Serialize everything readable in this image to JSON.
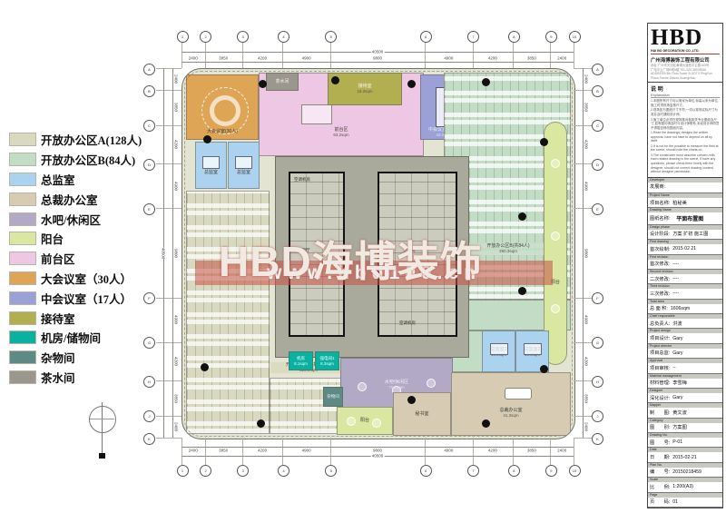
{
  "legend": {
    "items": [
      {
        "label": "开放办公区A(128人)",
        "color": "#d9d9bf"
      },
      {
        "label": "开放办公区B(84人)",
        "color": "#c3dcc6"
      },
      {
        "label": "总监室",
        "color": "#abd2ee"
      },
      {
        "label": "总裁办公室",
        "color": "#d7ccb3"
      },
      {
        "label": "水吧/休闲区",
        "color": "#b1a9c6"
      },
      {
        "label": "阳台",
        "color": "#d9e7a0"
      },
      {
        "label": "前台区",
        "color": "#edc7e4"
      },
      {
        "label": "大会议室（30人）",
        "color": "#dfa557"
      },
      {
        "label": "中会议室（17人）",
        "color": "#9ba0d7"
      },
      {
        "label": "接待室",
        "color": "#b2af51"
      },
      {
        "label": "机房/储物间",
        "color": "#09b1a1"
      },
      {
        "label": "杂物间",
        "color": "#5d8a85"
      },
      {
        "label": "茶水间",
        "color": "#9b968e"
      }
    ]
  },
  "watermark": {
    "title": "HBD海博装饰",
    "url": "www.hbd100.cn",
    "band_color": "rgba(198,80,68,0.55)"
  },
  "plan": {
    "axes": {
      "h_dims": [
        "2400",
        "3850",
        "4200",
        "4900",
        "9800",
        "4900",
        "4200",
        "3850",
        "2400"
      ],
      "v_dims": [
        "2400",
        "3850",
        "4200",
        "4900",
        "9800",
        "4900",
        "4200",
        "3850",
        "2400"
      ],
      "h_total": "40500",
      "v_total": "40500",
      "h_labels": [
        "1",
        "2",
        "3",
        "4",
        "5",
        "6",
        "7",
        "8",
        "9",
        "10"
      ],
      "v_labels": [
        "A",
        "B",
        "C",
        "D",
        "E",
        "F",
        "G",
        "H",
        "J",
        "K"
      ]
    },
    "columns": [
      [
        88,
        16
      ],
      [
        168,
        12
      ],
      [
        252,
        16
      ],
      [
        334,
        14
      ],
      [
        398,
        80
      ],
      [
        374,
        162
      ],
      [
        374,
        244
      ],
      [
        398,
        330
      ],
      [
        334,
        390
      ],
      [
        252,
        364
      ],
      [
        86,
        390
      ],
      [
        24,
        328
      ],
      [
        27,
        77
      ]
    ],
    "rooms": {
      "big_meeting": {
        "label": "大会议室(30人)",
        "area": "58.6sqm"
      },
      "director_top1": {
        "label": "总监室",
        "area": "13.5sqm"
      },
      "director_top2": {
        "label": "总监室",
        "area": "13.5sqm"
      },
      "open_a": {
        "label": "开放办公区A(共128人)",
        "area": "326.0sqm"
      },
      "reception": {
        "label": "前台区",
        "area": "63.2sqm"
      },
      "tea": {
        "label": "茶水间"
      },
      "greeting": {
        "label": "接待室",
        "area": "16.2sqm"
      },
      "mid_meeting": {
        "label": "中会议室(17人)",
        "area": "42.0sqm"
      },
      "open_b": {
        "label": "开放办公区B(共84人)",
        "area": "250.3sqm"
      },
      "balcony_right": {
        "label": "阳台"
      },
      "balcony_bottom": {
        "label": "阳台"
      },
      "water_bar": {
        "label": "水吧/休闲区",
        "area": "75.7sqm"
      },
      "sundry": {
        "label": "杂物间"
      },
      "machine": {
        "label": "机房",
        "area": "8.1sqm"
      },
      "power": {
        "label": "强电间1",
        "area": "8.3sqm"
      },
      "director_b1": {
        "label": "总监室1",
        "area": "15.3sqm"
      },
      "director_b2": {
        "label": "总监室2",
        "area": "15.3sqm"
      },
      "ceo": {
        "label": "总裁办公室",
        "area": "41.3sqm"
      },
      "secretary": {
        "label": "秘书室"
      },
      "core_left_top": "空调机房",
      "core_left_mid": "电梯厅",
      "core_right_mid": "卫生间",
      "core_right_bot": "空调机房"
    }
  },
  "titleblock": {
    "brand": "HBD",
    "brand_sub": "HAI BO DECORATION CO.,LTD.",
    "company": "广州海博装饰工程有限公司",
    "address_lines": [
      "地址:广州市天河区黄埔大道西平云路163号",
      "广电平云广场B塔5楼  TEL:020-38939930",
      "ADDRESS:5th Floor,Tower B,GDTV PingYun",
      "Plaza,Tianhe District,Guangzhou"
    ],
    "notes_title_cn": "说  明",
    "notes_title_en": "Explanation",
    "notes": [
      "1.本图所有尺寸均以毫米为单位,标高以米为单位,施工时须现场复核尺寸。",
      "2.现场如与图纸尺寸不符,一切以现场实际尺寸为准并及时通知设计师。",
      "3.施工单位必须在现场核对各相关专业图纸及尺寸,如有疑问请及时与设计师联系,未经设计师同意不得擅自修改图纸内容。",
      "1.Read the drawings, designs the written approval, have not have to depend on all by itself.",
      "2.If is not for the possible to measure the field at the scene, should note the charts on.",
      "3.The constructer must describe concern with each related drawing in the scene, if have any questions, please check them timely with the designer, should not correct drawing content without designer permission."
    ],
    "rows": [
      {
        "en": "Developer",
        "cn": "发展商:",
        "val": "",
        "tall": true
      },
      {
        "en": "Project Name",
        "cn": "项目名称:",
        "val": "柏秘美"
      },
      {
        "en": "Drawing Name",
        "cn": "图纸名称:",
        "val": "平面布置图",
        "em": true
      },
      {
        "en": "Design phase",
        "cn": "设计阶段:",
        "val": "方案 扩初 施工图"
      },
      {
        "en": "First drawing",
        "cn": "首次绘制:",
        "val": "2015 02 21"
      },
      {
        "en": "First revision",
        "cn": "首次修改:",
        "val": "----"
      },
      {
        "en": "Second revision",
        "cn": "二次修改:",
        "val": "----"
      },
      {
        "en": "Third revision",
        "cn": "三次修改:",
        "val": "----"
      },
      {
        "en": "Total area",
        "cn": "总 面 积:",
        "val": "1606sqm"
      },
      {
        "en": "Chief responsible",
        "cn": "总负责人:",
        "val": "洪波"
      },
      {
        "en": "Project design",
        "cn": "项目设计:",
        "val": "Gary"
      },
      {
        "en": "Project director",
        "cn": "项目总监:",
        "val": "Gary"
      },
      {
        "en": "Approval",
        "cn": "项目审核:",
        "val": "--"
      },
      {
        "en": "Material management",
        "cn": "材料管理:",
        "val": "李雪梅"
      },
      {
        "en": "Designer",
        "cn": "深化设计:",
        "val": "Gary"
      },
      {
        "en": "Mapper",
        "cn": "制　　图:",
        "val": "黄文波"
      },
      {
        "en": "Category",
        "cn": "图　　别:",
        "val": "方案图"
      },
      {
        "en": "Drawing No.",
        "cn": "图　　号:",
        "val": "P-01"
      },
      {
        "en": "Date",
        "cn": "日　　期:",
        "val": "2015-02-21"
      },
      {
        "en": "Plan No.",
        "cn": "编　　号:",
        "val": "20150218459"
      },
      {
        "en": "Scale",
        "cn": "比　　例:",
        "val": "1:200(A3)"
      },
      {
        "en": "Page",
        "cn": "页　　码:",
        "val": "01"
      }
    ]
  }
}
